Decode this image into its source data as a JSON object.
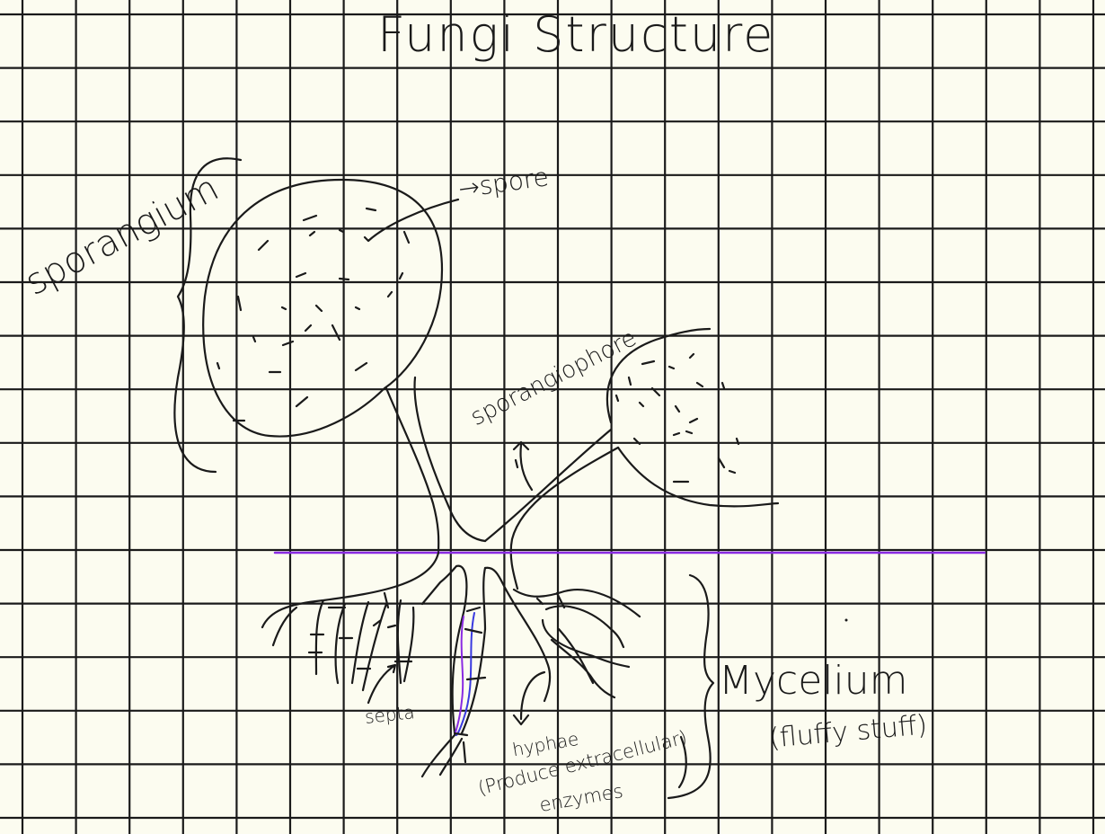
{
  "title": "Fungi Structure",
  "labels": {
    "sporangium": "sporangium",
    "spore": "→spore",
    "sporangiophore": "sporangiophore",
    "septa": "septa",
    "hyphae": "hyphae",
    "produce": "(Produce extracellular)",
    "enzymes": "enzymes",
    "mycelium": "Mycelium",
    "fluffy": "(fluffy stuff)"
  },
  "colors": {
    "background": "#fcfcf0",
    "grid": "#b8b8b8",
    "ink": "#1a1a1a",
    "ground_line": "#8a2be2",
    "hypha_highlight": "#3a3ae0"
  }
}
